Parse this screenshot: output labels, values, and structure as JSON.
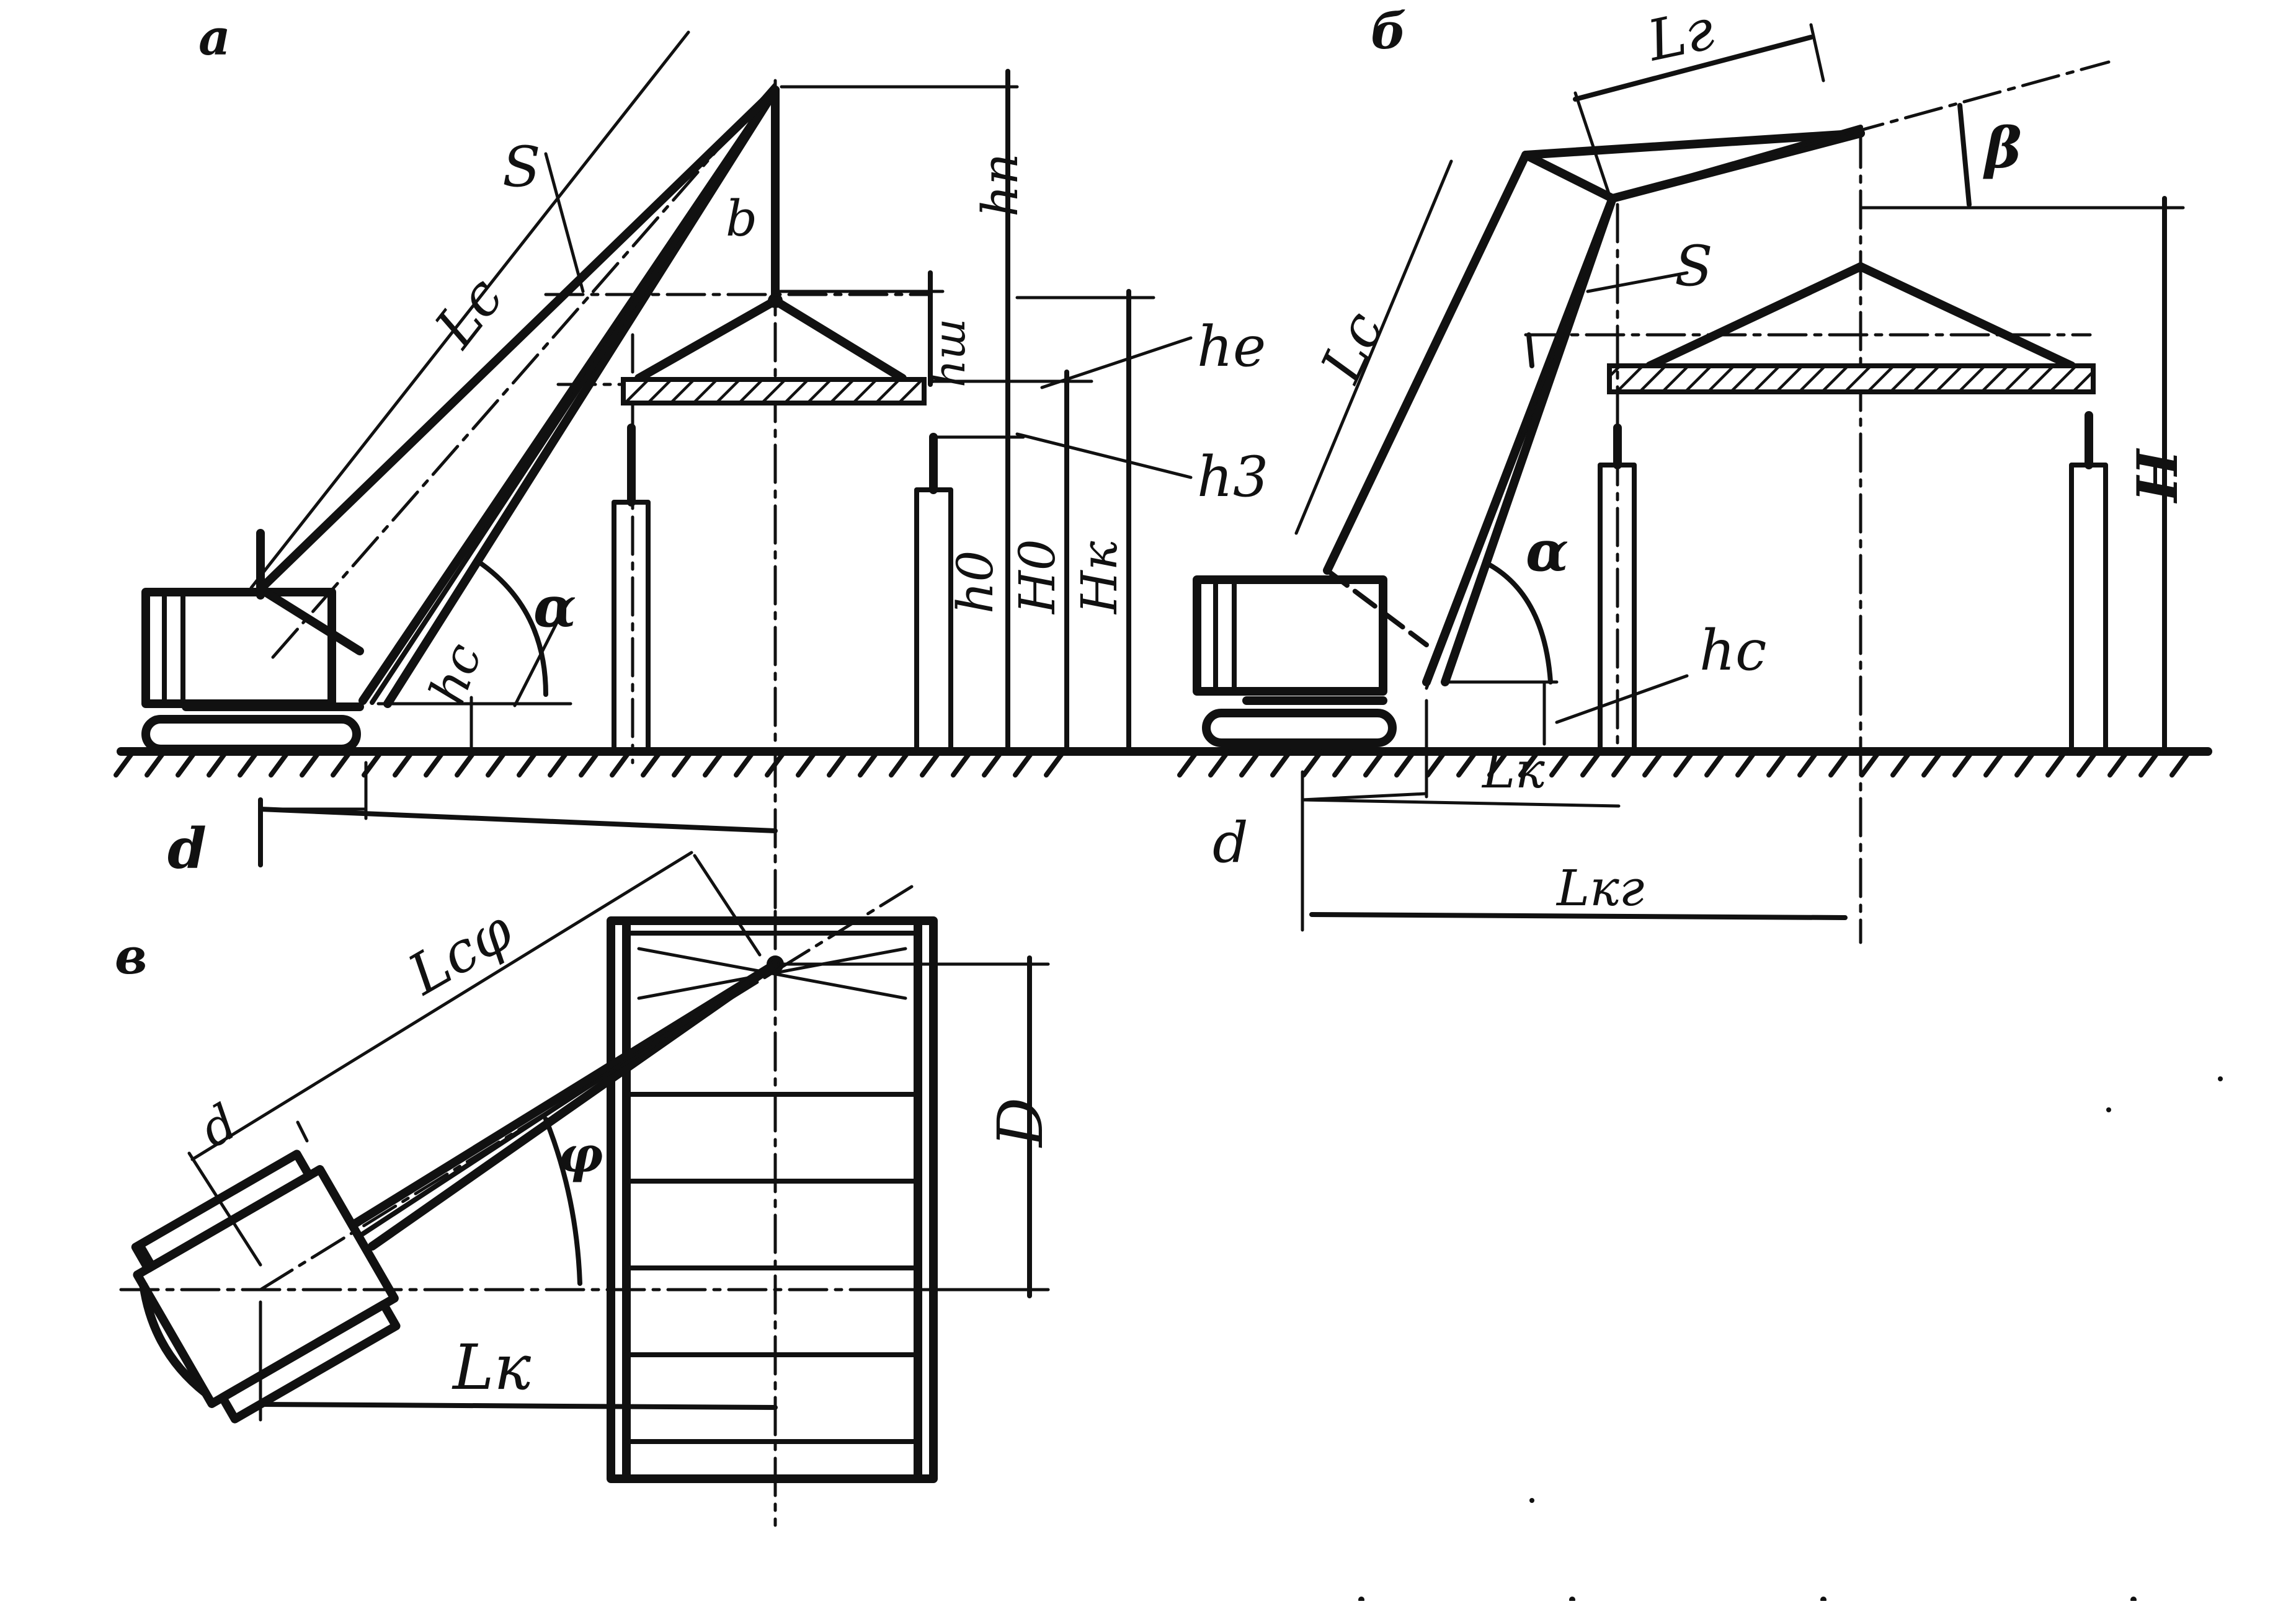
{
  "panels": {
    "a": {
      "letter": "а",
      "labels": {
        "lc": "Lc",
        "s": "S",
        "b": "b",
        "hp": "hп",
        "hsh": "hш",
        "he": "he",
        "hz": "h3",
        "h0": "h0",
        "H0": "H0",
        "Hk": "Hк",
        "hc": "hc",
        "alpha": "α",
        "d": "d"
      }
    },
    "b": {
      "letter": "б",
      "labels": {
        "lg": "Lг",
        "beta": "β",
        "lc": "Lc",
        "s": "S",
        "H": "H",
        "alpha": "α",
        "hc": "hc",
        "d": "d",
        "lk": "Lк",
        "lkg": "Lкг"
      }
    },
    "v": {
      "letter": "в",
      "labels": {
        "lcphi": "Lcφ",
        "d": "d",
        "phi": "φ",
        "D": "D",
        "lk": "Lк"
      }
    }
  }
}
